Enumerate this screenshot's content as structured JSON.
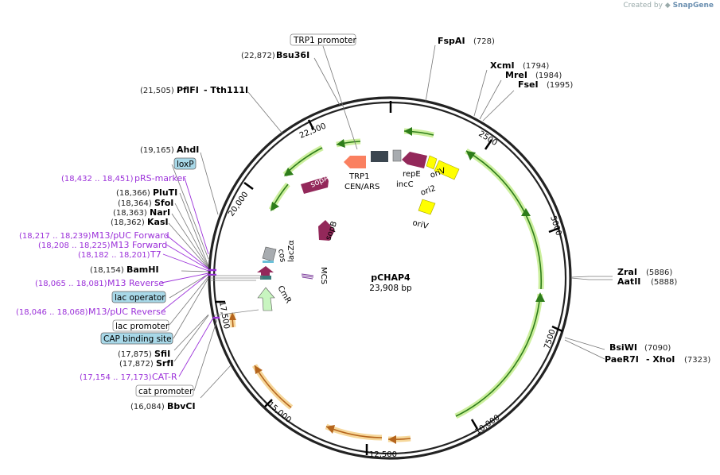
{
  "watermark": {
    "prefix": "Created by",
    "brand": "SnapGene"
  },
  "plasmid": {
    "name": "pCHAP4",
    "length": "23,908 bp"
  },
  "ticks": [
    "2500",
    "5000",
    "7500",
    "10,000",
    "12,500",
    "15,000",
    "17,500",
    "20,000",
    "22,500"
  ],
  "sites_right": [
    {
      "name": "FspAI",
      "pos": "(728)"
    },
    {
      "name": "XcmI",
      "pos": "(1794)"
    },
    {
      "name": "MreI",
      "pos": "(1984)"
    },
    {
      "name": "FseI",
      "pos": "(1995)"
    },
    {
      "name": "ZraI",
      "pos": "(5886)"
    },
    {
      "name": "AatII",
      "pos": "(5888)"
    },
    {
      "name": "BsiWI",
      "pos": "(7090)"
    },
    {
      "name": "PaeR7I",
      "name2": "- XhoI",
      "pos": "(7323)"
    }
  ],
  "sites_left": [
    {
      "name": "Bsu36I",
      "pos": "(22,872)"
    },
    {
      "name": "PflFI",
      "name2": "- Tth111I",
      "pos": "(21,505)"
    },
    {
      "name": "AhdI",
      "pos": "(19,165)"
    },
    {
      "name": "PluTI",
      "pos": "(18,366)"
    },
    {
      "name": "SfoI",
      "pos": "(18,364)"
    },
    {
      "name": "NarI",
      "pos": "(18,363)"
    },
    {
      "name": "KasI",
      "pos": "(18,362)"
    },
    {
      "name": "BamHI",
      "pos": "(18,154)"
    },
    {
      "name": "SfiI",
      "pos": "(17,875)"
    },
    {
      "name": "SrfI",
      "pos": "(17,872)"
    },
    {
      "name": "BbvCI",
      "pos": "(16,084)"
    }
  ],
  "primers": [
    {
      "name": "pRS-marker",
      "pos": "(18,432 .. 18,451)"
    },
    {
      "name": "M13/pUC Forward",
      "pos": "(18,217 .. 18,239)"
    },
    {
      "name": "M13 Forward",
      "pos": "(18,208 .. 18,225)"
    },
    {
      "name": "T7",
      "pos": "(18,182 .. 18,201)"
    },
    {
      "name": "M13 Reverse",
      "pos": "(18,065 .. 18,081)"
    },
    {
      "name": "M13/pUC Reverse",
      "pos": "(18,046 .. 18,068)"
    },
    {
      "name": "CAT-R",
      "pos": "(17,154 .. 17,173)"
    }
  ],
  "boxed": [
    {
      "name": "TRP1 promoter",
      "style": "white"
    },
    {
      "name": "loxP",
      "style": "blue"
    },
    {
      "name": "lac operator",
      "style": "blue"
    },
    {
      "name": "lac promoter",
      "style": "white"
    },
    {
      "name": "CAP binding site",
      "style": "blue"
    },
    {
      "name": "cat promoter",
      "style": "white"
    }
  ],
  "features": {
    "trp1": "TRP1",
    "cenars": "CEN/ARS",
    "repe": "repE",
    "incc": "incC",
    "oriv1": "oriV",
    "ori2": "ori2",
    "oriv2": "oriV",
    "sopa": "sopA",
    "sopb": "sopB",
    "cos": "cos",
    "lacza": "lacZα",
    "mcs": "MCS",
    "cmr": "CmR"
  },
  "colors": {
    "green_orf": "#2e7d1a",
    "green_glow": "#ccef9e",
    "orange_orf": "#b5651d",
    "orange_glow": "#f6d79a",
    "magenta": "#93285a",
    "yellow": "#ffff00",
    "salmon": "#fa8060",
    "dark_gray": "#3b4650",
    "light_gray": "#a8acb0",
    "light_green": "#c8f5c0",
    "lightblue_box": "#a8d8e8",
    "primer_purple": "#9b30d9"
  }
}
